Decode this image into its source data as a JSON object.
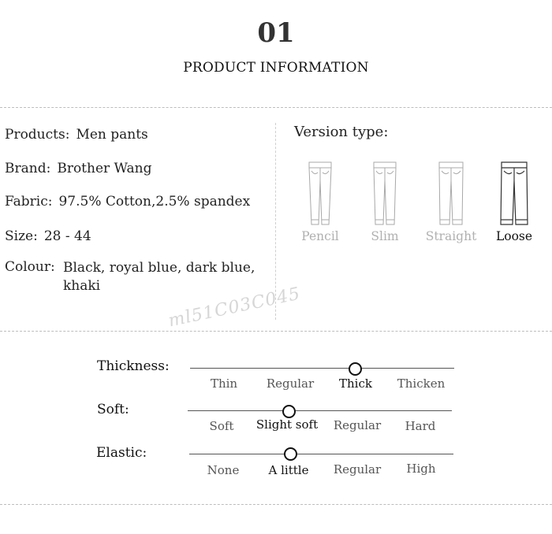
{
  "header": {
    "number": "01",
    "title": "PRODUCT INFORMATION"
  },
  "specs": {
    "product": {
      "label": "Products:",
      "value": "Men pants"
    },
    "brand": {
      "label": "Brand:",
      "value": "Brother Wang"
    },
    "fabric": {
      "label": "Fabric:",
      "value": "97.5% Cotton,2.5% spandex"
    },
    "size": {
      "label": "Size:",
      "value": "28 - 44"
    },
    "colour": {
      "label": "Colour:",
      "value": "Black, royal blue, dark blue, khaki"
    }
  },
  "version": {
    "title": "Version type:",
    "options": [
      "Pencil",
      "Slim",
      "Straight",
      "Loose"
    ],
    "selected": "Loose"
  },
  "watermark": "ml51C03C045",
  "scales": {
    "thickness": {
      "label": "Thickness:",
      "options": [
        "Thin",
        "Regular",
        "Thick",
        "Thicken"
      ],
      "selected": "Thick"
    },
    "soft": {
      "label": "Soft:",
      "options": [
        "Soft",
        "Slight soft",
        "Regular",
        "Hard"
      ],
      "selected": "Slight soft"
    },
    "elastic": {
      "label": "Elastic:",
      "options": [
        "None",
        "A little",
        "Regular",
        "High"
      ],
      "selected": "A little"
    }
  },
  "colors": {
    "text": "#1e1e1e",
    "muted": "#b0b0b0",
    "divider": "#bdbdbd"
  }
}
